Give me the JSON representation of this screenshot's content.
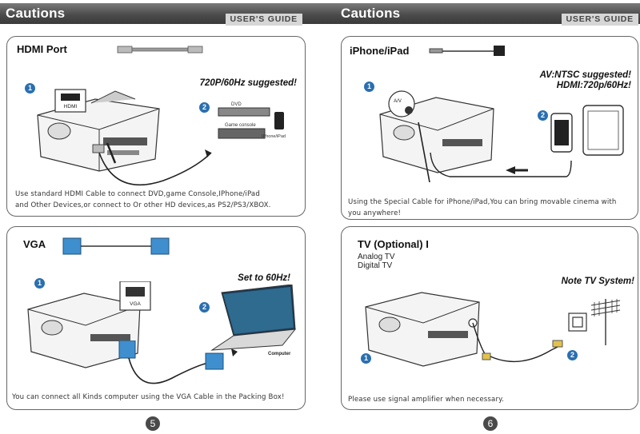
{
  "header": {
    "left_title": "Cautions",
    "left_guide": "USER'S GUIDE",
    "right_title": "Cautions",
    "right_guide": "USER'S GUIDE"
  },
  "hdmi": {
    "title": "HDMI Port",
    "note": "720P/60Hz suggested!",
    "port_label": "HDMI",
    "device_dvd": "DVD",
    "device_console": "Game console",
    "device_phone": "IPhone/iPad",
    "step1": "1",
    "step2": "2",
    "desc_line1": "Use standard HDMI Cable to connect DVD,game Console,IPhone/iPad",
    "desc_line2": "and Other Devices,or connect to Or other HD devices,as PS2/PS3/XBOX."
  },
  "vga": {
    "title": "VGA",
    "note": "Set to 60Hz!",
    "port_label": "VGA",
    "device_computer": "Computer",
    "step1": "1",
    "step2": "2",
    "desc": "You can connect all Kinds computer using the VGA Cable in the Packing Box!"
  },
  "iphone": {
    "title": "iPhone/iPad",
    "note_line1": "AV:NTSC suggested!",
    "note_line2": "HDMI:720p/60Hz!",
    "port_label": "A/V",
    "step1": "1",
    "step2": "2",
    "desc_line1": "Using the Special Cable for iPhone/iPad,You can bring movable cinema with",
    "desc_line2": "you anywhere!"
  },
  "tv": {
    "title": "TV (Optional) I",
    "sub1": "Analog TV",
    "sub2": "Digital TV",
    "note": "Note TV System!",
    "step1": "1",
    "step2": "2",
    "desc": "Please use signal amplifier when necessary."
  },
  "footer": {
    "page_left": "5",
    "page_right": "6"
  },
  "colors": {
    "header_dark": "#3a3a3a",
    "step_blue": "#2a6fb0",
    "vga_blue": "#3f8fcf"
  }
}
